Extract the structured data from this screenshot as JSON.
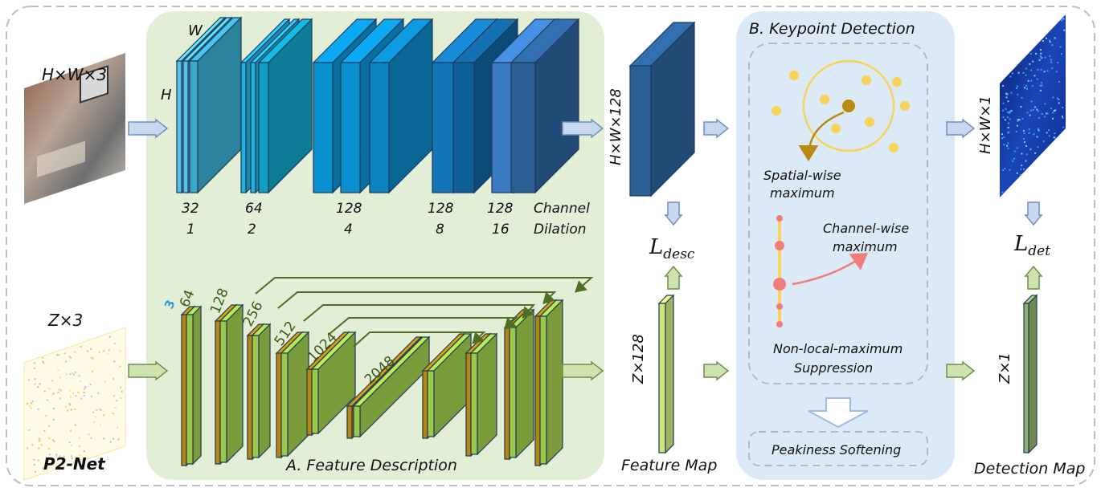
{
  "title": "P2-Net",
  "inputs": {
    "image_dim": "H×W×3",
    "points_dim": "Z×3"
  },
  "cnn_branch": {
    "dim_w": "W",
    "dim_h": "H",
    "channels": [
      "32",
      "64",
      "128",
      "128",
      "128"
    ],
    "dilations": [
      "1",
      "2",
      "4",
      "8",
      "16"
    ],
    "legend_channel": "Channel",
    "legend_dilation": "Dilation"
  },
  "point_branch": {
    "input_channels": "3",
    "channels": [
      "64",
      "128",
      "256",
      "512",
      "1024",
      "2048"
    ]
  },
  "feature_description_label": "A. Feature Description",
  "feature_map": {
    "image_dim": "H×W×128",
    "points_dim": "Z×128",
    "label": "Feature Map",
    "loss_main": "L",
    "loss_sub": "desc"
  },
  "keypoint_detection": {
    "title": "B. Keypoint Detection",
    "spatial_1": "Spatial-wise",
    "spatial_2": "maximum",
    "channel_1": "Channel-wise",
    "channel_2": "maximum",
    "nlms_1": "Non-local-maximum",
    "nlms_2": "Suppression",
    "softening": "Peakiness Softening"
  },
  "detection_map": {
    "image_dim": "H×W×1",
    "points_dim": "Z×1",
    "label": "Detection Map",
    "loss_main": "L",
    "loss_sub": "det"
  },
  "colors": {
    "green_panel": "#e3eed6",
    "blue_panel": "#dce9f6",
    "dashed_border": "#bdbdbd",
    "arrow_fill": "#c9d8ee",
    "arrow_stroke": "#6f8fc0",
    "point_fill": "#cfe3b0",
    "point_stroke": "#6d8f4c",
    "dot_yellow": "#f8d35a",
    "dot_pink": "#f07b7b"
  }
}
